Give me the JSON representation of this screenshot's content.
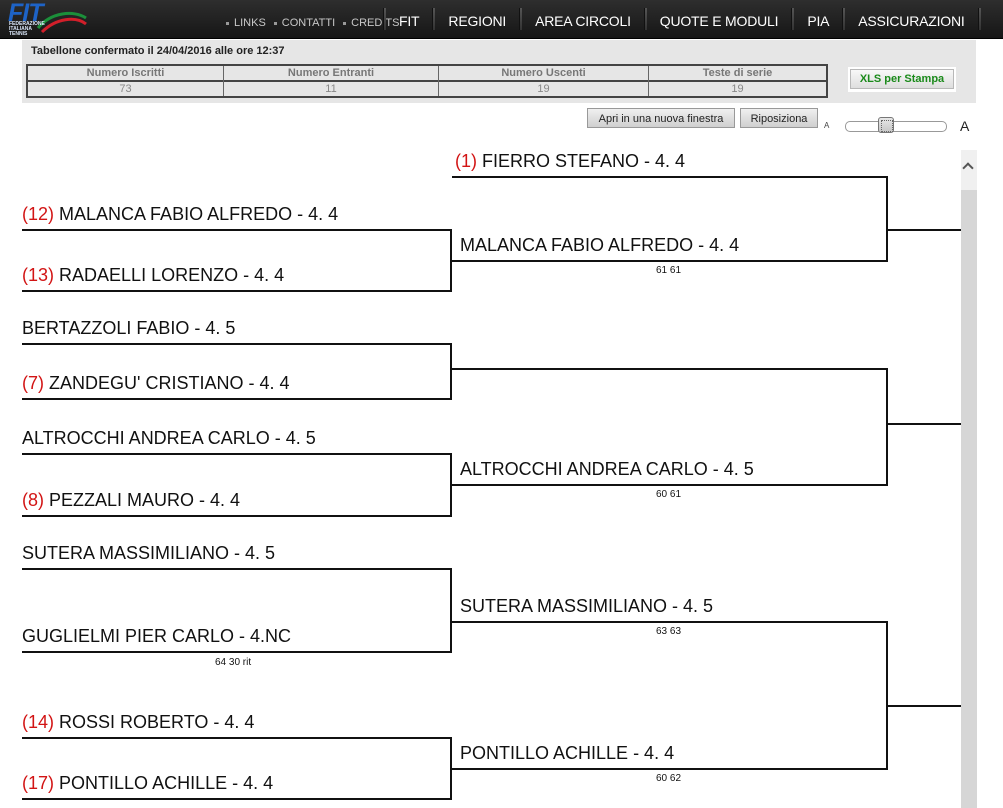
{
  "header": {
    "logo_text": "FIT",
    "logo_subtitle": "FEDERAZIONE ITALIANA TENNIS",
    "small_links": [
      "LINKS",
      "CONTATTI",
      "CREDITS"
    ],
    "nav": [
      "FIT",
      "REGIONI",
      "AREA CIRCOLI",
      "QUOTE E MODULI",
      "PIA",
      "ASSICURAZIONI"
    ]
  },
  "summary": {
    "title": "Tabellone confermato il 24/04/2016 alle ore 12:37",
    "stats": [
      {
        "label": "Numero Iscritti",
        "value": "73"
      },
      {
        "label": "Numero Entranti",
        "value": "11"
      },
      {
        "label": "Numero Uscenti",
        "value": "19"
      },
      {
        "label": "Teste di serie",
        "value": "19"
      }
    ],
    "xls_button": "XLS per Stampa"
  },
  "tools": {
    "open_window": "Apri in una nuova finestra",
    "reposition": "Riposiziona",
    "zoom_small_label": "A",
    "zoom_large_label": "A"
  },
  "bracket": {
    "round1": [
      {
        "seed": "(12)",
        "name": "MALANCA FABIO ALFREDO - 4. 4"
      },
      {
        "seed": "(13)",
        "name": "RADAELLI LORENZO - 4. 4"
      },
      {
        "seed": "",
        "name": "BERTAZZOLI FABIO - 4. 5"
      },
      {
        "seed": "(7)",
        "name": "ZANDEGU' CRISTIANO - 4. 4"
      },
      {
        "seed": "",
        "name": "ALTROCCHI ANDREA CARLO - 4. 5"
      },
      {
        "seed": "(8)",
        "name": "PEZZALI MAURO - 4. 4"
      },
      {
        "seed": "",
        "name": "SUTERA MASSIMILIANO - 4. 5"
      },
      {
        "seed": "",
        "name": "GUGLIELMI PIER CARLO - 4.NC"
      },
      {
        "seed": "(14)",
        "name": "ROSSI ROBERTO - 4. 4"
      },
      {
        "seed": "(17)",
        "name": "PONTILLO ACHILLE - 4. 4"
      }
    ],
    "round1_scores": [
      "64 30 rit"
    ],
    "round2": [
      {
        "seed": "(1)",
        "name": "FIERRO STEFANO - 4. 4"
      },
      {
        "seed": "",
        "name": "MALANCA FABIO ALFREDO - 4. 4"
      },
      {
        "seed": "",
        "name": "ALTROCCHI ANDREA CARLO - 4. 5"
      },
      {
        "seed": "",
        "name": "SUTERA MASSIMILIANO - 4. 5"
      },
      {
        "seed": "",
        "name": "PONTILLO ACHILLE - 4. 4"
      }
    ],
    "round2_scores": [
      "61 61",
      "60 61",
      "63 63",
      "60 62"
    ]
  }
}
